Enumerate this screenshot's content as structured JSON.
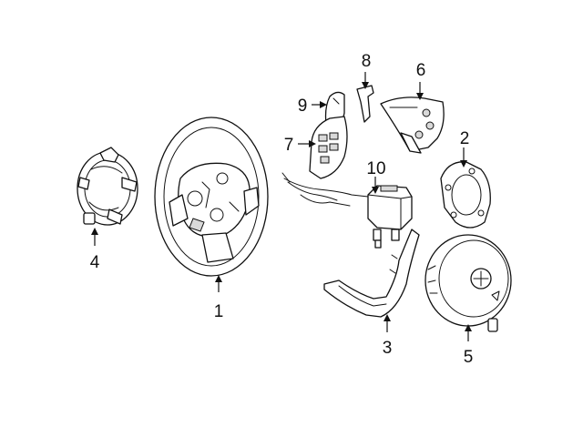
{
  "parts": [
    {
      "id": "steering-wheel",
      "callout": "1"
    },
    {
      "id": "mounting-plate",
      "callout": "2"
    },
    {
      "id": "lower-trim-cover",
      "callout": "3"
    },
    {
      "id": "clock-spring",
      "callout": "4"
    },
    {
      "id": "airbag-module",
      "callout": "5"
    },
    {
      "id": "right-switch",
      "callout": "6"
    },
    {
      "id": "left-switch",
      "callout": "7"
    },
    {
      "id": "paddle-shifter",
      "callout": "8"
    },
    {
      "id": "switch-cover",
      "callout": "9"
    },
    {
      "id": "control-module",
      "callout": "10"
    }
  ]
}
